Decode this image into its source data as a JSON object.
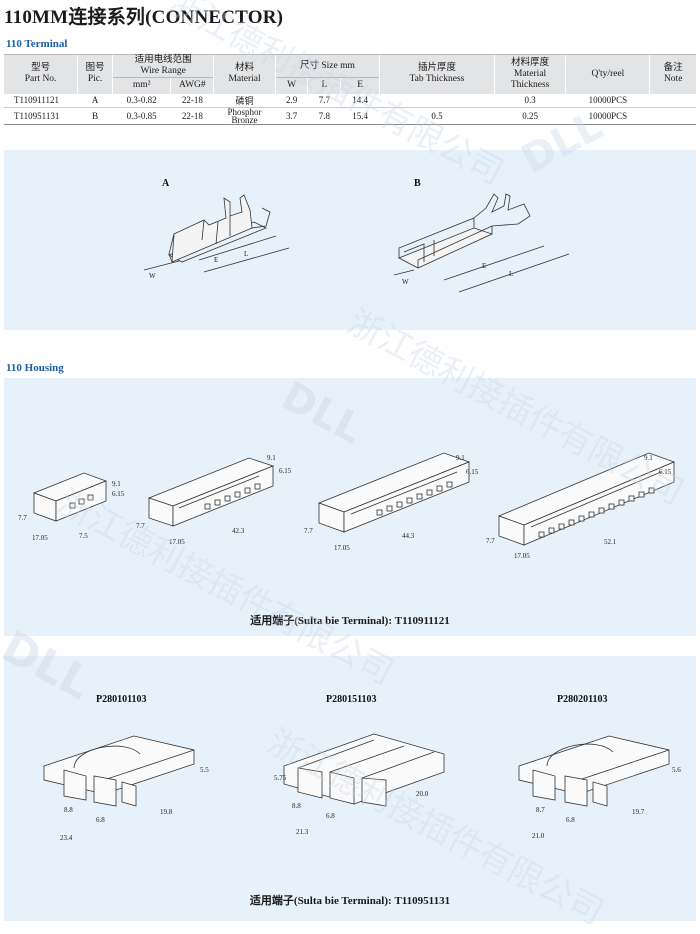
{
  "title": "110MM连接系列(CONNECTOR)",
  "terminal_section": {
    "label": "110 Terminal"
  },
  "table": {
    "headers": {
      "part_cn": "型号",
      "part_en": "Part No.",
      "pic_cn": "图号",
      "pic_en": "Pic.",
      "wire_cn": "适用电线范围",
      "wire_en": "Wire Range",
      "mm2": "mm²",
      "awg": "AWG#",
      "material_cn": "材料",
      "material_en": "Material",
      "size": "尺寸 Size mm",
      "w": "W",
      "l": "L",
      "e": "E",
      "tab_cn": "插片厚度",
      "tab_en": "Tab Thickness",
      "mt_cn": "材料厚度",
      "mt_en1": "Material",
      "mt_en2": "Thickness",
      "qty": "Q'ty/reel",
      "note_cn": "备注",
      "note_en": "Note"
    },
    "rows": [
      {
        "part": "T110911121",
        "pic": "A",
        "mm2": "0.3-0.82",
        "awg": "22-18",
        "material": "磷铜",
        "w": "2.9",
        "l": "7.7",
        "e": "14.4",
        "tab": "",
        "thickness": "0.3",
        "qty": "10000PCS",
        "note": ""
      },
      {
        "part": "T110951131",
        "pic": "B",
        "mm2": "0.3-0.85",
        "awg": "22-18",
        "material": "Phosphor",
        "w": "3.7",
        "l": "7.8",
        "e": "15.4",
        "tab": "0.5",
        "thickness": "0.25",
        "qty": "10000PCS",
        "note": ""
      }
    ],
    "material_line3": "Bronze"
  },
  "terminal_drawings": {
    "a": {
      "label": "A",
      "dims": [
        "W",
        "E",
        "L"
      ]
    },
    "b": {
      "label": "B",
      "dims": [
        "W",
        "E",
        "L"
      ]
    }
  },
  "housing_section": {
    "label": "110 Housing"
  },
  "housing_drawings": [
    {
      "dims": [
        "9.1",
        "6.15",
        "7.7",
        "17.05",
        "7.5"
      ]
    },
    {
      "dims": [
        "9.1",
        "6.15",
        "7.7",
        "17.05",
        "42.3"
      ]
    },
    {
      "dims": [
        "9.1",
        "6.15",
        "7.7",
        "17.05",
        "44.3"
      ]
    },
    {
      "dims": [
        "9.1",
        "6.15",
        "7.7",
        "17.05",
        "52.1"
      ]
    }
  ],
  "housing_caption": "适用端子(Sulta bie Terminal): T110911121",
  "plugs": [
    {
      "part": "P280101103",
      "dims": [
        "8.8",
        "6.8",
        "23.4",
        "19.8",
        "5.5"
      ]
    },
    {
      "part": "P280151103",
      "dims": [
        "5.75",
        "8.8",
        "6.8",
        "21.3",
        "20.0"
      ]
    },
    {
      "part": "P280201103",
      "dims": [
        "8.7",
        "6.8",
        "21.0",
        "19.7",
        "5.6"
      ]
    }
  ],
  "plug_caption": "适用端子(Sulta bie Terminal): T110951131",
  "watermark": {
    "brand": "DLL",
    "company": "浙江德利接插件有限公司",
    "color": "#c7d7e6"
  }
}
